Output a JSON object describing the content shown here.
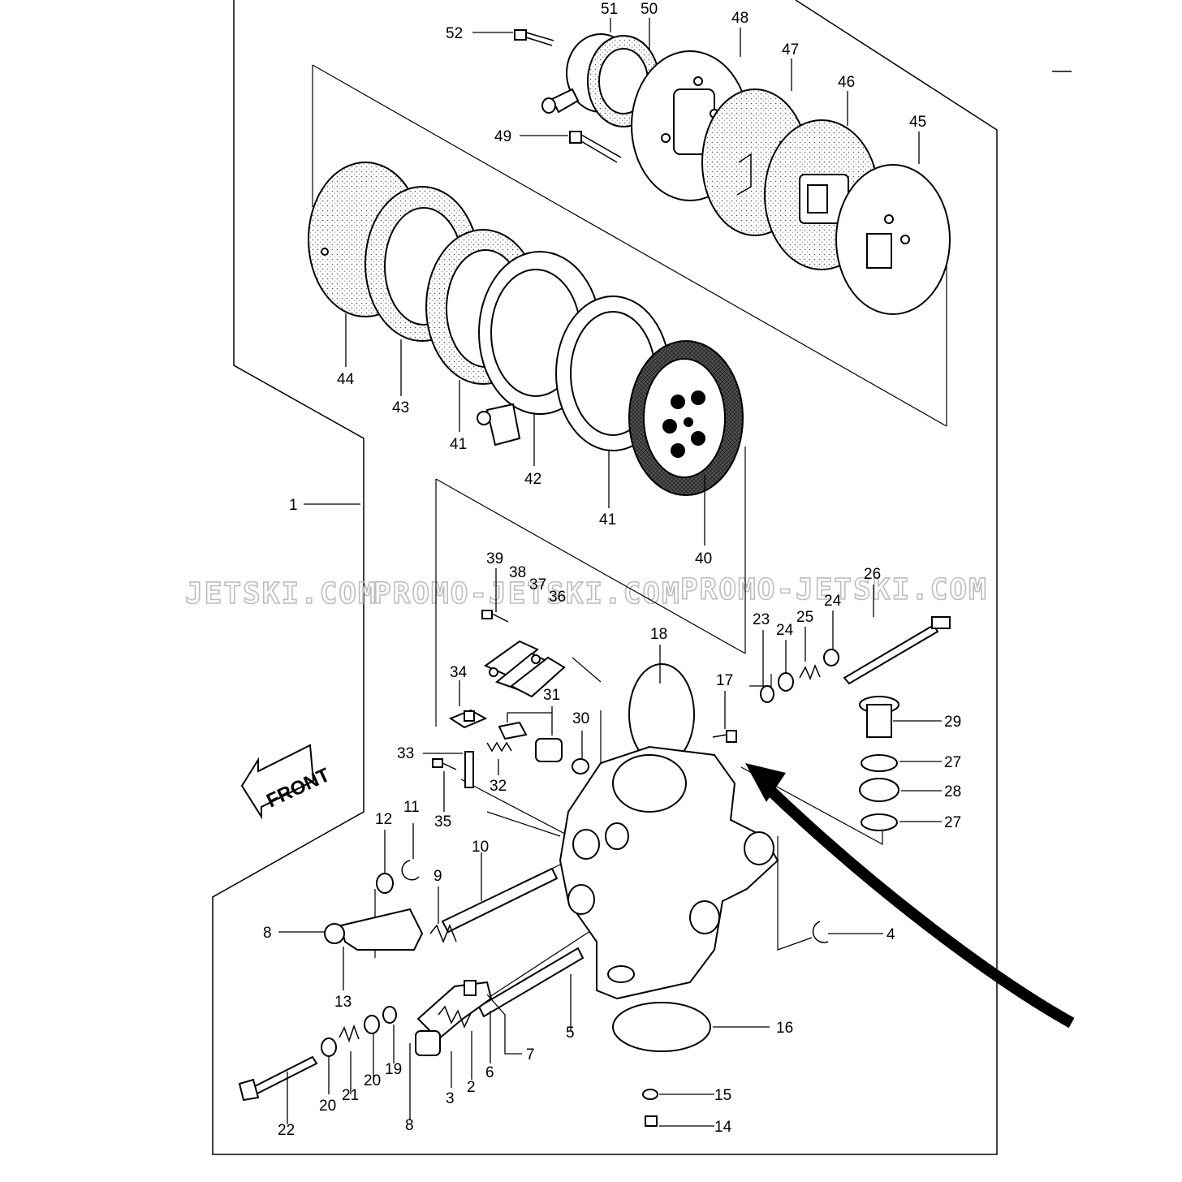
{
  "front_label": "FRONT",
  "watermarks": [
    "JETSKI.COM",
    "PROMO-JETSKI.COM",
    "PROMO-JETSKI.COM"
  ],
  "callouts": [
    {
      "id": "52",
      "text": "52"
    },
    {
      "id": "51",
      "text": "51"
    },
    {
      "id": "50",
      "text": "50"
    },
    {
      "id": "48",
      "text": "48"
    },
    {
      "id": "47",
      "text": "47"
    },
    {
      "id": "46",
      "text": "46"
    },
    {
      "id": "45",
      "text": "45"
    },
    {
      "id": "49",
      "text": "49"
    },
    {
      "id": "44",
      "text": "44"
    },
    {
      "id": "43",
      "text": "43"
    },
    {
      "id": "41a",
      "text": "41"
    },
    {
      "id": "42",
      "text": "42"
    },
    {
      "id": "41b",
      "text": "41"
    },
    {
      "id": "40",
      "text": "40"
    },
    {
      "id": "1",
      "text": "1"
    },
    {
      "id": "39",
      "text": "39"
    },
    {
      "id": "38",
      "text": "38"
    },
    {
      "id": "37",
      "text": "37"
    },
    {
      "id": "36",
      "text": "36"
    },
    {
      "id": "26",
      "text": "26"
    },
    {
      "id": "18",
      "text": "18"
    },
    {
      "id": "23",
      "text": "23"
    },
    {
      "id": "24a",
      "text": "24"
    },
    {
      "id": "25",
      "text": "25"
    },
    {
      "id": "24b",
      "text": "24"
    },
    {
      "id": "17",
      "text": "17"
    },
    {
      "id": "34",
      "text": "34"
    },
    {
      "id": "31",
      "text": "31"
    },
    {
      "id": "30",
      "text": "30"
    },
    {
      "id": "29",
      "text": "29"
    },
    {
      "id": "33",
      "text": "33"
    },
    {
      "id": "32",
      "text": "32"
    },
    {
      "id": "27a",
      "text": "27"
    },
    {
      "id": "28",
      "text": "28"
    },
    {
      "id": "27b",
      "text": "27"
    },
    {
      "id": "35",
      "text": "35"
    },
    {
      "id": "12",
      "text": "12"
    },
    {
      "id": "11",
      "text": "11"
    },
    {
      "id": "10",
      "text": "10"
    },
    {
      "id": "9",
      "text": "9"
    },
    {
      "id": "8a",
      "text": "8"
    },
    {
      "id": "4",
      "text": "4"
    },
    {
      "id": "13",
      "text": "13"
    },
    {
      "id": "5",
      "text": "5"
    },
    {
      "id": "16",
      "text": "16"
    },
    {
      "id": "7",
      "text": "7"
    },
    {
      "id": "20a",
      "text": "20"
    },
    {
      "id": "19",
      "text": "19"
    },
    {
      "id": "6",
      "text": "6"
    },
    {
      "id": "2",
      "text": "2"
    },
    {
      "id": "3",
      "text": "3"
    },
    {
      "id": "21",
      "text": "21"
    },
    {
      "id": "20b",
      "text": "20"
    },
    {
      "id": "22",
      "text": "22"
    },
    {
      "id": "8b",
      "text": "8"
    },
    {
      "id": "15",
      "text": "15"
    },
    {
      "id": "14",
      "text": "14"
    }
  ]
}
